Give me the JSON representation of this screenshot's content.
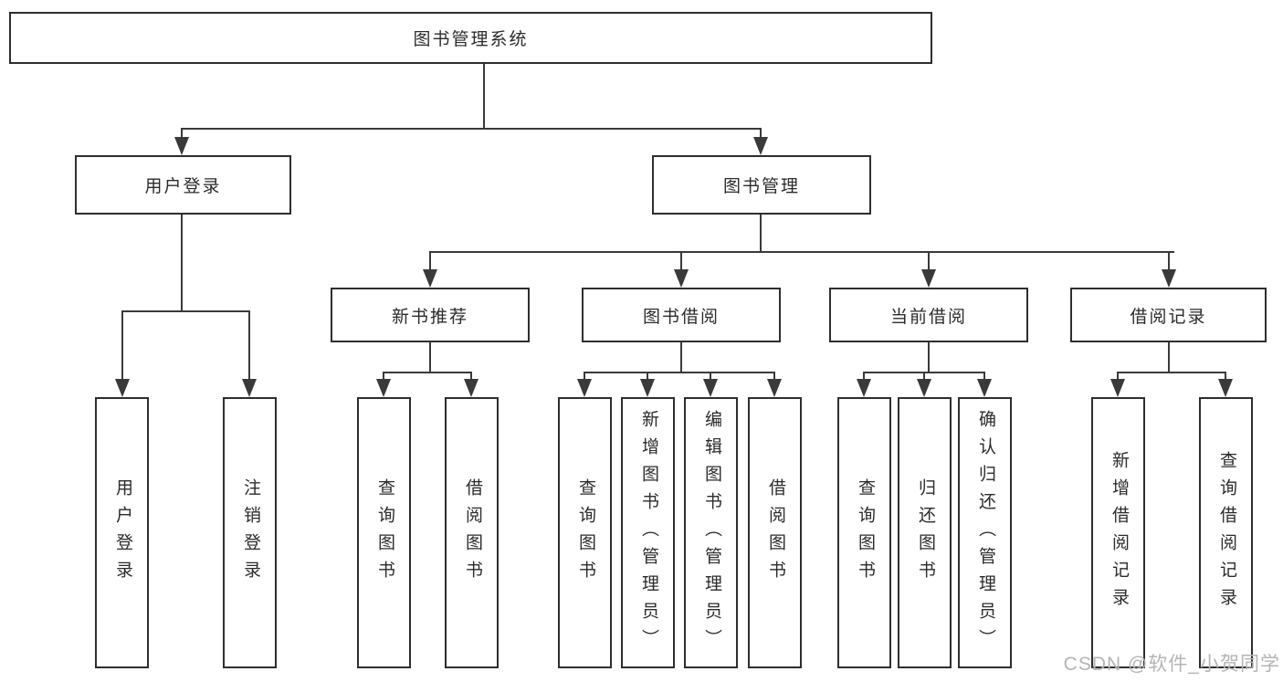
{
  "diagram": {
    "root_label": "图书管理系统",
    "level2": {
      "user_login": "用户登录",
      "book_mgmt": "图书管理"
    },
    "level3": {
      "new_book": "新书推荐",
      "book_borrow": "图书借阅",
      "current_borrow": "当前借阅",
      "borrow_records": "借阅记录"
    },
    "leaves": {
      "user_login": [
        "用户登录",
        "注销登录"
      ],
      "new_book": [
        "查询图书",
        "借阅图书"
      ],
      "book_borrow": [
        "查询图书",
        "新增图书（管理员）",
        "编辑图书（管理员）",
        "借阅图书"
      ],
      "current_borrow": [
        "查询图书",
        "归还图书",
        "确认归还（管理员）"
      ],
      "borrow_records": [
        "新增借阅记录",
        "查询借阅记录"
      ]
    }
  },
  "watermark": "CSDN @软件_小贺同学",
  "colors": {
    "line": "#3a3a3a",
    "border": "#2e2e2e",
    "text": "#2b2b2b",
    "watermark": "#b4b4b4",
    "background": "#ffffff"
  }
}
